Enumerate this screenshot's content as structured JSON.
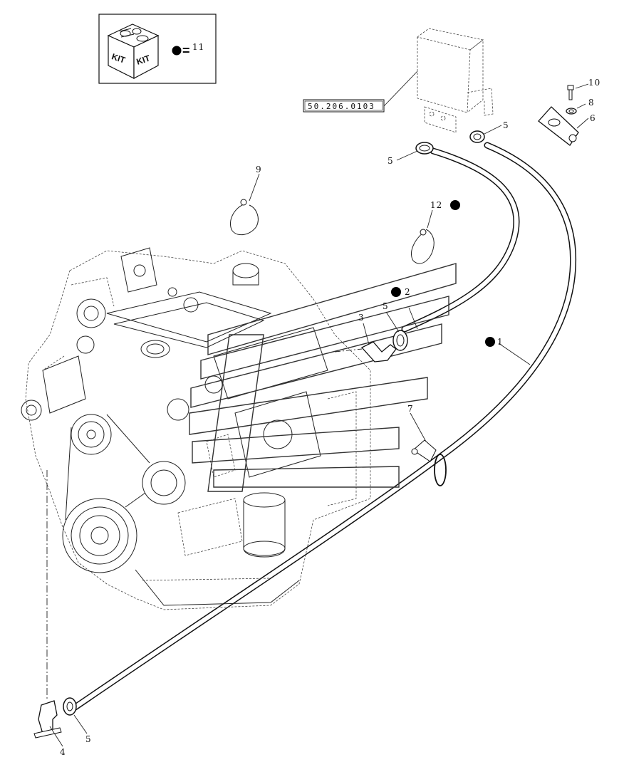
{
  "kit_legend": {
    "kit_text_left": "KIT",
    "kit_text_right": "KIT",
    "equals_label": "=",
    "kit_item_number": "11"
  },
  "reference_box": {
    "code": "50.206.0103"
  },
  "callouts": {
    "c1": "1",
    "c2": "2",
    "c3": "3",
    "c4": "4",
    "c5a": "5",
    "c5b": "5",
    "c5c": "5",
    "c5d": "5",
    "c6": "6",
    "c7": "7",
    "c8": "8",
    "c9": "9",
    "c10": "10",
    "c12": "12"
  },
  "colors": {
    "line": "#111111",
    "background": "#ffffff",
    "kit_dot": "#000000"
  }
}
